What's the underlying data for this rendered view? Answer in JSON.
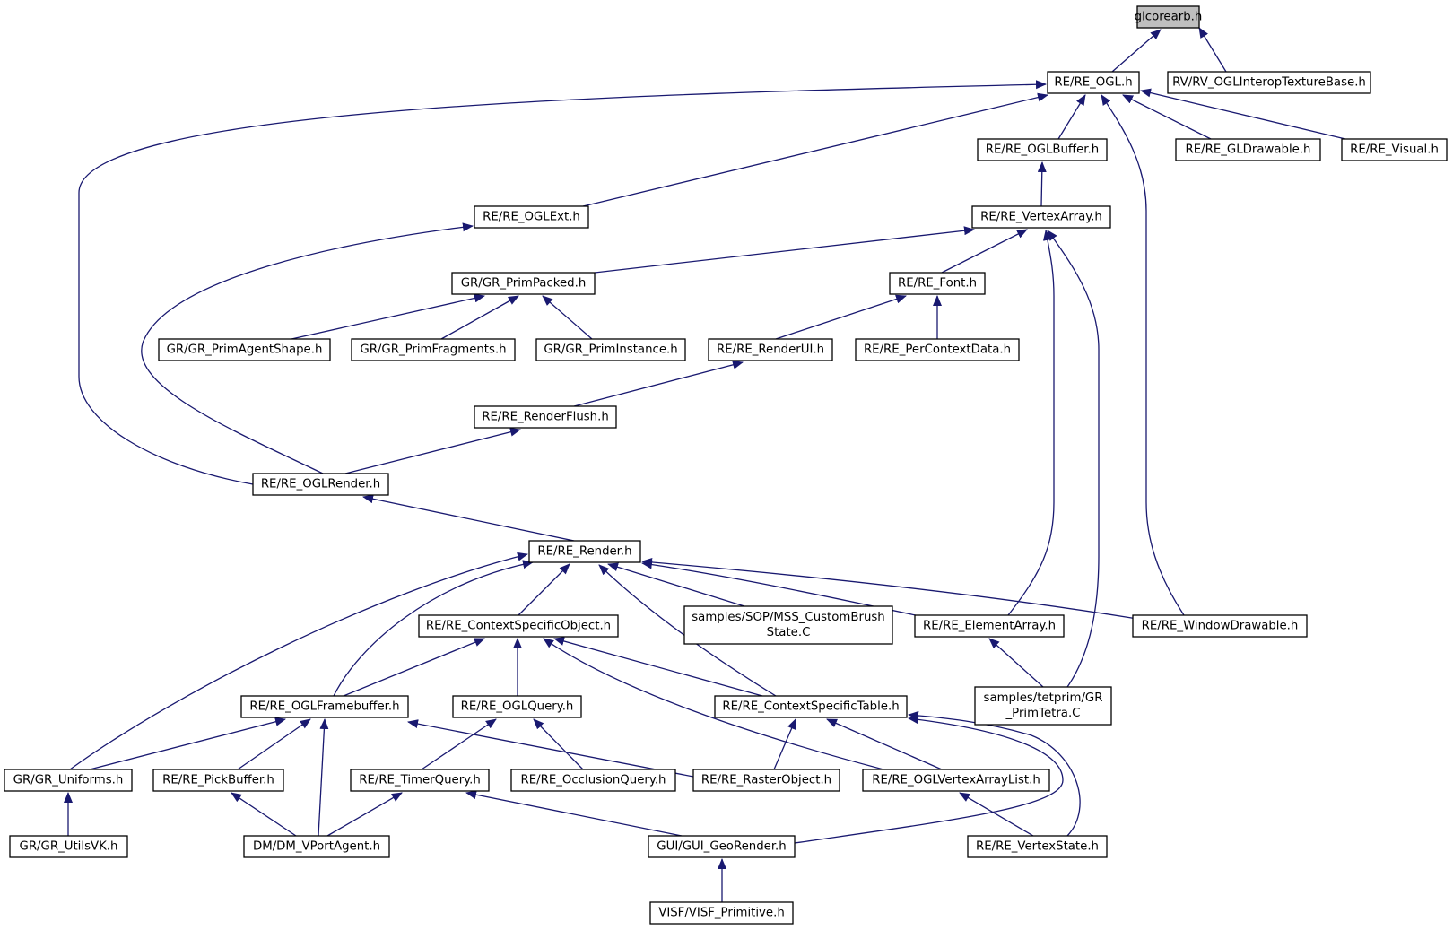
{
  "diagram": {
    "type": "include-dependency-graph",
    "root": "glcorearb",
    "colors": {
      "edge": "#191970",
      "root_fill": "#bfbfbf",
      "node_fill": "#ffffff",
      "border": "#000000"
    },
    "nodes": [
      {
        "id": "glcorearb",
        "lines": [
          "glcorearb.h"
        ]
      },
      {
        "id": "re_ogl",
        "lines": [
          "RE/RE_OGL.h"
        ]
      },
      {
        "id": "rv_ogltex",
        "lines": [
          "RV/RV_OGLInteropTextureBase.h"
        ]
      },
      {
        "id": "re_oglbuffer",
        "lines": [
          "RE/RE_OGLBuffer.h"
        ]
      },
      {
        "id": "re_gldrawable",
        "lines": [
          "RE/RE_GLDrawable.h"
        ]
      },
      {
        "id": "re_visual",
        "lines": [
          "RE/RE_Visual.h"
        ]
      },
      {
        "id": "re_oglext",
        "lines": [
          "RE/RE_OGLExt.h"
        ]
      },
      {
        "id": "re_vertexarray",
        "lines": [
          "RE/RE_VertexArray.h"
        ]
      },
      {
        "id": "gr_primpacked",
        "lines": [
          "GR/GR_PrimPacked.h"
        ]
      },
      {
        "id": "re_font",
        "lines": [
          "RE/RE_Font.h"
        ]
      },
      {
        "id": "gr_primagentshape",
        "lines": [
          "GR/GR_PrimAgentShape.h"
        ]
      },
      {
        "id": "gr_primfragments",
        "lines": [
          "GR/GR_PrimFragments.h"
        ]
      },
      {
        "id": "gr_priminstance",
        "lines": [
          "GR/GR_PrimInstance.h"
        ]
      },
      {
        "id": "re_renderui",
        "lines": [
          "RE/RE_RenderUI.h"
        ]
      },
      {
        "id": "re_percontextdata",
        "lines": [
          "RE/RE_PerContextData.h"
        ]
      },
      {
        "id": "re_renderflush",
        "lines": [
          "RE/RE_RenderFlush.h"
        ]
      },
      {
        "id": "re_oglrender",
        "lines": [
          "RE/RE_OGLRender.h"
        ]
      },
      {
        "id": "re_render",
        "lines": [
          "RE/RE_Render.h"
        ]
      },
      {
        "id": "re_contextspecificobject",
        "lines": [
          "RE/RE_ContextSpecificObject.h"
        ]
      },
      {
        "id": "samples_mss",
        "lines": [
          "samples/SOP/MSS_CustomBrush",
          "State.C"
        ]
      },
      {
        "id": "re_elementarray",
        "lines": [
          "RE/RE_ElementArray.h"
        ]
      },
      {
        "id": "re_windowdrawable",
        "lines": [
          "RE/RE_WindowDrawable.h"
        ]
      },
      {
        "id": "re_oglframebuffer",
        "lines": [
          "RE/RE_OGLFramebuffer.h"
        ]
      },
      {
        "id": "re_oglquery",
        "lines": [
          "RE/RE_OGLQuery.h"
        ]
      },
      {
        "id": "re_contextspecifictable",
        "lines": [
          "RE/RE_ContextSpecificTable.h"
        ]
      },
      {
        "id": "samples_tetprim",
        "lines": [
          "samples/tetprim/GR",
          "_PrimTetra.C"
        ]
      },
      {
        "id": "gr_uniforms",
        "lines": [
          "GR/GR_Uniforms.h"
        ]
      },
      {
        "id": "re_pickbuffer",
        "lines": [
          "RE/RE_PickBuffer.h"
        ]
      },
      {
        "id": "re_timerquery",
        "lines": [
          "RE/RE_TimerQuery.h"
        ]
      },
      {
        "id": "re_occlusionquery",
        "lines": [
          "RE/RE_OcclusionQuery.h"
        ]
      },
      {
        "id": "re_rasterobject",
        "lines": [
          "RE/RE_RasterObject.h"
        ]
      },
      {
        "id": "re_oglvertexarraylist",
        "lines": [
          "RE/RE_OGLVertexArrayList.h"
        ]
      },
      {
        "id": "gr_utilsvk",
        "lines": [
          "GR/GR_UtilsVK.h"
        ]
      },
      {
        "id": "dm_vportagent",
        "lines": [
          "DM/DM_VPortAgent.h"
        ]
      },
      {
        "id": "gui_georender",
        "lines": [
          "GUI/GUI_GeoRender.h"
        ]
      },
      {
        "id": "re_vertexstate",
        "lines": [
          "RE/RE_VertexState.h"
        ]
      },
      {
        "id": "visf_primitive",
        "lines": [
          "VISF/VISF_Primitive.h"
        ]
      }
    ],
    "edges": [
      [
        "re_ogl",
        "glcorearb"
      ],
      [
        "rv_ogltex",
        "glcorearb"
      ],
      [
        "re_oglbuffer",
        "re_ogl"
      ],
      [
        "re_gldrawable",
        "re_ogl"
      ],
      [
        "re_visual",
        "re_ogl"
      ],
      [
        "re_oglext",
        "re_ogl"
      ],
      [
        "re_oglrender",
        "re_ogl"
      ],
      [
        "re_windowdrawable",
        "re_ogl"
      ],
      [
        "re_vertexarray",
        "re_oglbuffer"
      ],
      [
        "gr_primpacked",
        "re_vertexarray"
      ],
      [
        "re_font",
        "re_vertexarray"
      ],
      [
        "re_elementarray",
        "re_vertexarray"
      ],
      [
        "samples_tetprim",
        "re_vertexarray"
      ],
      [
        "re_oglrender",
        "re_oglext"
      ],
      [
        "gr_primagentshape",
        "gr_primpacked"
      ],
      [
        "gr_primfragments",
        "gr_primpacked"
      ],
      [
        "gr_priminstance",
        "gr_primpacked"
      ],
      [
        "re_renderui",
        "re_font"
      ],
      [
        "re_percontextdata",
        "re_font"
      ],
      [
        "re_renderflush",
        "re_renderui"
      ],
      [
        "re_oglrender",
        "re_renderflush"
      ],
      [
        "re_render",
        "re_oglrender"
      ],
      [
        "gr_uniforms",
        "re_render"
      ],
      [
        "re_oglframebuffer",
        "re_render"
      ],
      [
        "re_contextspecificobject",
        "re_render"
      ],
      [
        "re_contextspecifictable",
        "re_render"
      ],
      [
        "samples_mss",
        "re_render"
      ],
      [
        "re_elementarray",
        "re_render"
      ],
      [
        "re_windowdrawable",
        "re_render"
      ],
      [
        "re_oglframebuffer",
        "re_contextspecificobject"
      ],
      [
        "re_oglquery",
        "re_contextspecificobject"
      ],
      [
        "re_contextspecifictable",
        "re_contextspecificobject"
      ],
      [
        "re_oglvertexarraylist",
        "re_contextspecificobject"
      ],
      [
        "samples_tetprim",
        "re_elementarray"
      ],
      [
        "gr_uniforms",
        "re_oglframebuffer"
      ],
      [
        "re_pickbuffer",
        "re_oglframebuffer"
      ],
      [
        "dm_vportagent",
        "re_oglframebuffer"
      ],
      [
        "re_rasterobject",
        "re_oglframebuffer"
      ],
      [
        "re_timerquery",
        "re_oglquery"
      ],
      [
        "re_occlusionquery",
        "re_oglquery"
      ],
      [
        "re_rasterobject",
        "re_contextspecifictable"
      ],
      [
        "re_oglvertexarraylist",
        "re_contextspecifictable"
      ],
      [
        "gui_georender",
        "re_contextspecifictable"
      ],
      [
        "re_vertexstate",
        "re_contextspecifictable"
      ],
      [
        "gr_utilsvk",
        "gr_uniforms"
      ],
      [
        "dm_vportagent",
        "re_pickbuffer"
      ],
      [
        "dm_vportagent",
        "re_timerquery"
      ],
      [
        "gui_georender",
        "re_timerquery"
      ],
      [
        "re_vertexstate",
        "re_oglvertexarraylist"
      ],
      [
        "visf_primitive",
        "gui_georender"
      ]
    ]
  }
}
